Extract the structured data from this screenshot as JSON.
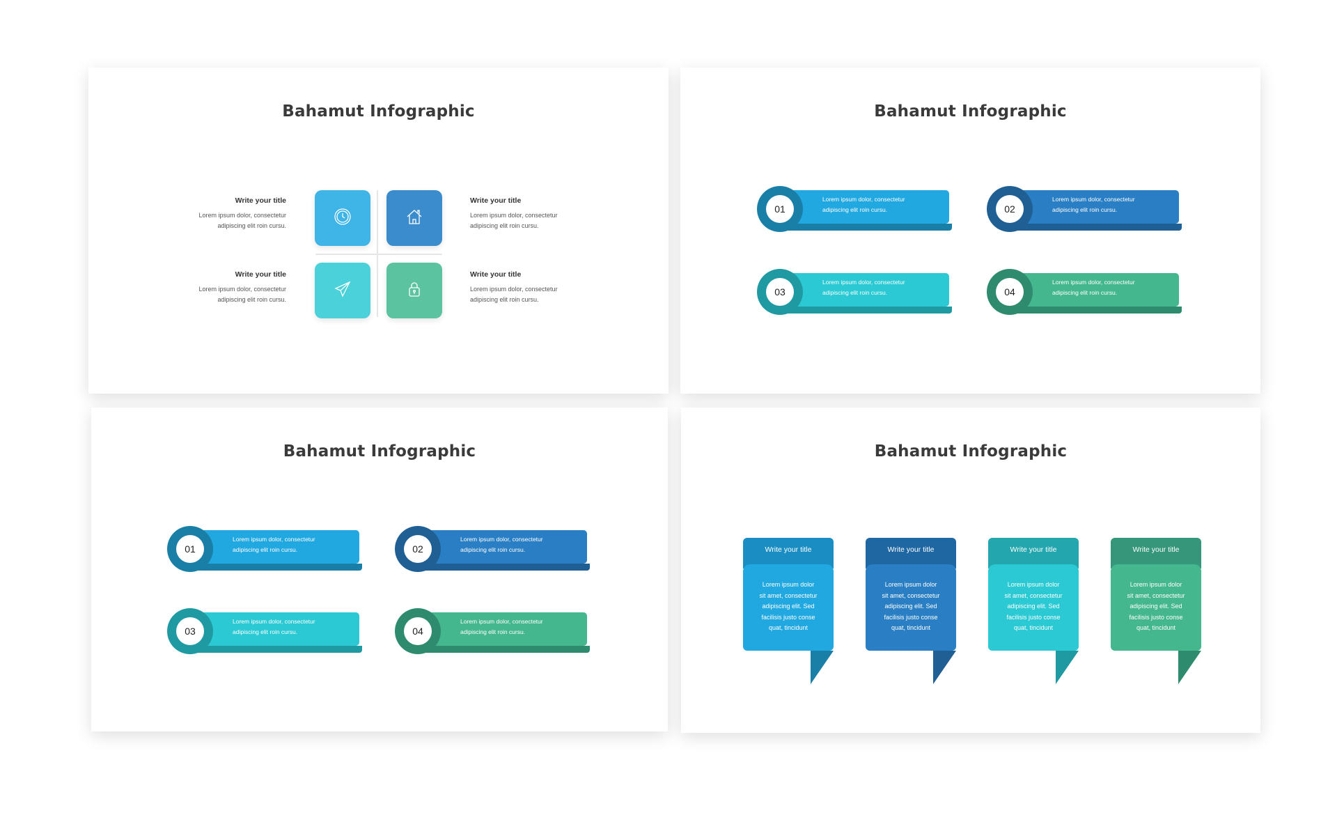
{
  "colors": {
    "sky": "#22a8e0",
    "sky_dark": "#1a7fa6",
    "blue": "#2a7fc4",
    "blue_dark": "#1f5f93",
    "cyan": "#2ac9d3",
    "cyan_dark": "#1f9aa3",
    "green": "#45b78f",
    "green_dark": "#2f8b6e"
  },
  "slide1": {
    "title": "Bahamut Infographic",
    "items": [
      {
        "title": "Write your title",
        "desc_line1": "Lorem ipsum dolor, consectetur",
        "desc_line2": "adipiscing elit roin cursu.",
        "icon": "clock-icon"
      },
      {
        "title": "Write your title",
        "desc_line1": "Lorem ipsum dolor, consectetur",
        "desc_line2": "adipiscing elit roin cursu.",
        "icon": "home-icon"
      },
      {
        "title": "Write your title",
        "desc_line1": "Lorem ipsum dolor, consectetur",
        "desc_line2": "adipiscing elit roin cursu.",
        "icon": "paper-plane-icon"
      },
      {
        "title": "Write your title",
        "desc_line1": "Lorem ipsum dolor, consectetur",
        "desc_line2": "adipiscing elit roin cursu.",
        "icon": "lock-icon"
      }
    ]
  },
  "slide2": {
    "title": "Bahamut Infographic",
    "tabs": [
      {
        "number": "01",
        "line1": "Lorem ipsum dolor, consectetur",
        "line2": "adipiscing elit roin cursu."
      },
      {
        "number": "02",
        "line1": "Lorem ipsum dolor, consectetur",
        "line2": "adipiscing elit roin cursu."
      },
      {
        "number": "03",
        "line1": "Lorem ipsum dolor, consectetur",
        "line2": "adipiscing elit roin cursu."
      },
      {
        "number": "04",
        "line1": "Lorem ipsum dolor, consectetur",
        "line2": "adipiscing elit roin cursu."
      }
    ]
  },
  "slide3": {
    "title": "Bahamut Infographic",
    "tabs": [
      {
        "number": "01",
        "line1": "Lorem ipsum dolor, consectetur",
        "line2": "adipiscing elit roin cursu."
      },
      {
        "number": "02",
        "line1": "Lorem ipsum dolor, consectetur",
        "line2": "adipiscing elit roin cursu."
      },
      {
        "number": "03",
        "line1": "Lorem ipsum dolor, consectetur",
        "line2": "adipiscing elit roin cursu."
      },
      {
        "number": "04",
        "line1": "Lorem ipsum dolor, consectetur",
        "line2": "adipiscing elit roin cursu."
      }
    ]
  },
  "slide4": {
    "title": "Bahamut Infographic",
    "banners": [
      {
        "title": "Write your title",
        "lines": [
          "Lorem ipsum dolor",
          "sit amet, consectetur",
          "adipiscing elit. Sed",
          "facilisis justo conse",
          "quat, tincidunt"
        ]
      },
      {
        "title": "Write your title",
        "lines": [
          "Lorem ipsum dolor",
          "sit amet, consectetur",
          "adipiscing elit. Sed",
          "facilisis justo conse",
          "quat, tincidunt"
        ]
      },
      {
        "title": "Write your title",
        "lines": [
          "Lorem ipsum dolor",
          "sit amet, consectetur",
          "adipiscing elit. Sed",
          "facilisis justo conse",
          "quat, tincidunt"
        ]
      },
      {
        "title": "Write your title",
        "lines": [
          "Lorem ipsum dolor",
          "sit amet, consectetur",
          "adipiscing elit. Sed",
          "facilisis justo conse",
          "quat, tincidunt"
        ]
      }
    ]
  }
}
